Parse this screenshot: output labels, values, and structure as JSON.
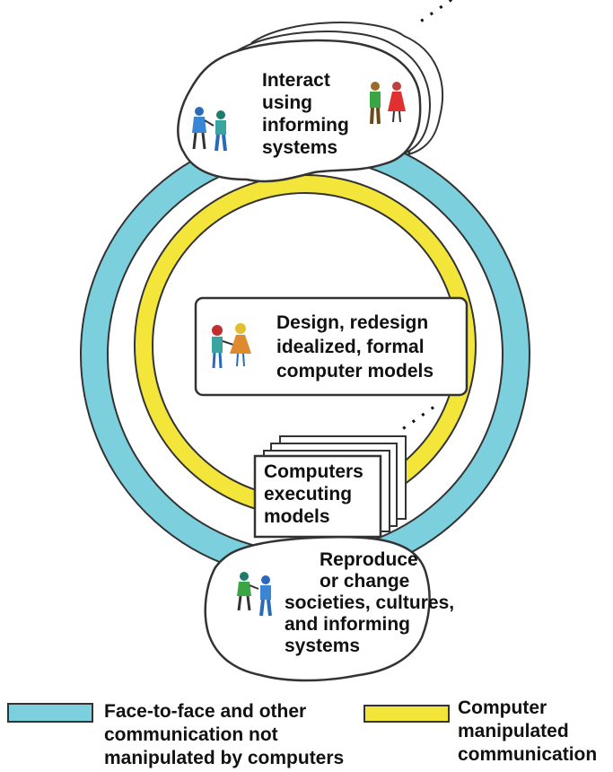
{
  "colors": {
    "face_to_face": "#7ccfdc",
    "computer": "#f3e53a",
    "outline": "#333333"
  },
  "top_cloud": {
    "lines": [
      "Interact",
      "using",
      "informing",
      "systems"
    ],
    "icons": [
      "people-talking-icon",
      "couple-icon"
    ]
  },
  "center_box": {
    "lines": [
      "Design, redesign",
      "idealized, formal",
      "computer models"
    ],
    "icons": [
      "people-designing-icon"
    ]
  },
  "computers_box": {
    "lines": [
      "Computers",
      "executing",
      "models"
    ]
  },
  "bottom_cloud": {
    "lines": [
      "Reproduce",
      "or change",
      "societies, cultures,",
      "and informing",
      "systems"
    ],
    "icons": [
      "people-talking-icon"
    ]
  },
  "legend": {
    "face_to_face": [
      "Face-to-face and other",
      "communication not",
      "manipulated by computers"
    ],
    "computer": [
      "Computer",
      "manipulated",
      "communication"
    ]
  },
  "ellipsis": "· · · ·"
}
